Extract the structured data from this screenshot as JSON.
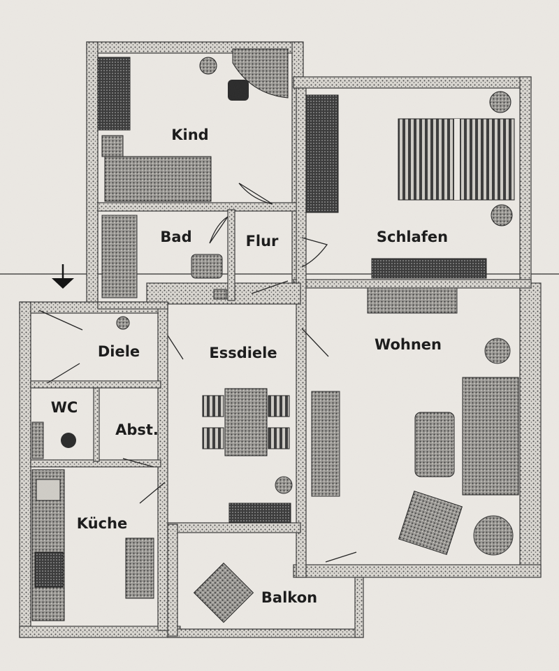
{
  "plan": {
    "rooms": {
      "kind": "Kind",
      "bad": "Bad",
      "flur": "Flur",
      "schlafen": "Schlafen",
      "diele": "Diele",
      "essdiele": "Essdiele",
      "wohnen": "Wohnen",
      "wc": "WC",
      "abst": "Abst.",
      "kueche": "Küche",
      "balkon": "Balkon"
    },
    "colors": {
      "paper": "#ebe8e3",
      "wall_ink": "#3a3a3a",
      "furniture_dark": "#2b2b2b",
      "furniture_mid": "#8a8a8a"
    },
    "entrance_marker": "down-arrow-icon"
  }
}
